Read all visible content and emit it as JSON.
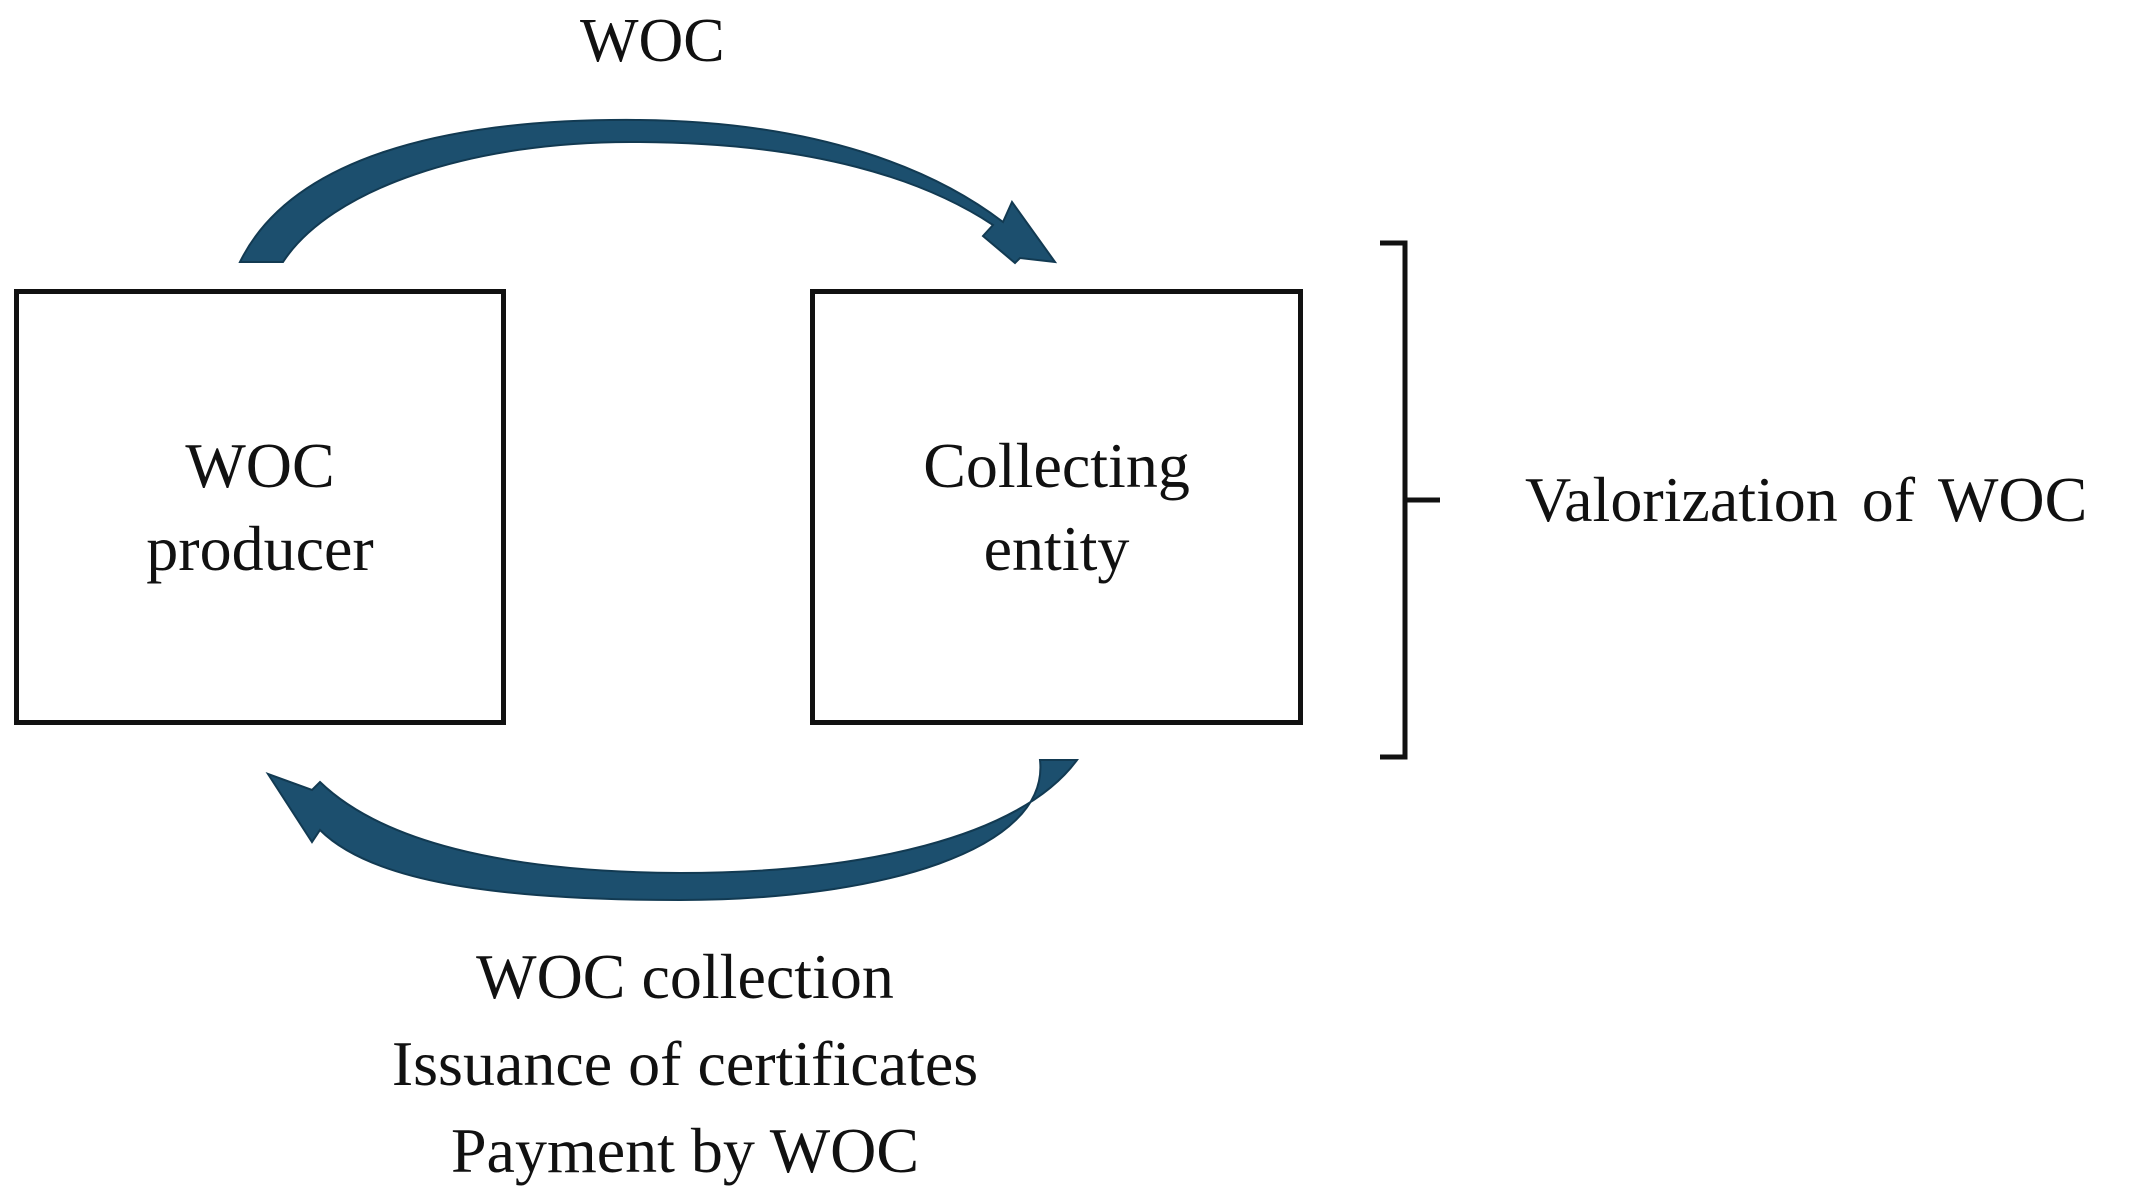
{
  "diagram": {
    "top_arrow_label": "WOC",
    "producer_box": {
      "line1": "WOC",
      "line2": "producer"
    },
    "collector_box": {
      "line1": "Collecting",
      "line2": "entity"
    },
    "bottom_arrow_labels": [
      "WOC collection",
      "Issuance of certificates",
      "Payment by WOC"
    ],
    "bracket_label": "Valorization of WOC"
  },
  "colors": {
    "arrow_fill": "#1c4f6e",
    "arrow_edge": "#123a52",
    "box_border": "#111111",
    "text": "#111111",
    "background": "#ffffff"
  }
}
